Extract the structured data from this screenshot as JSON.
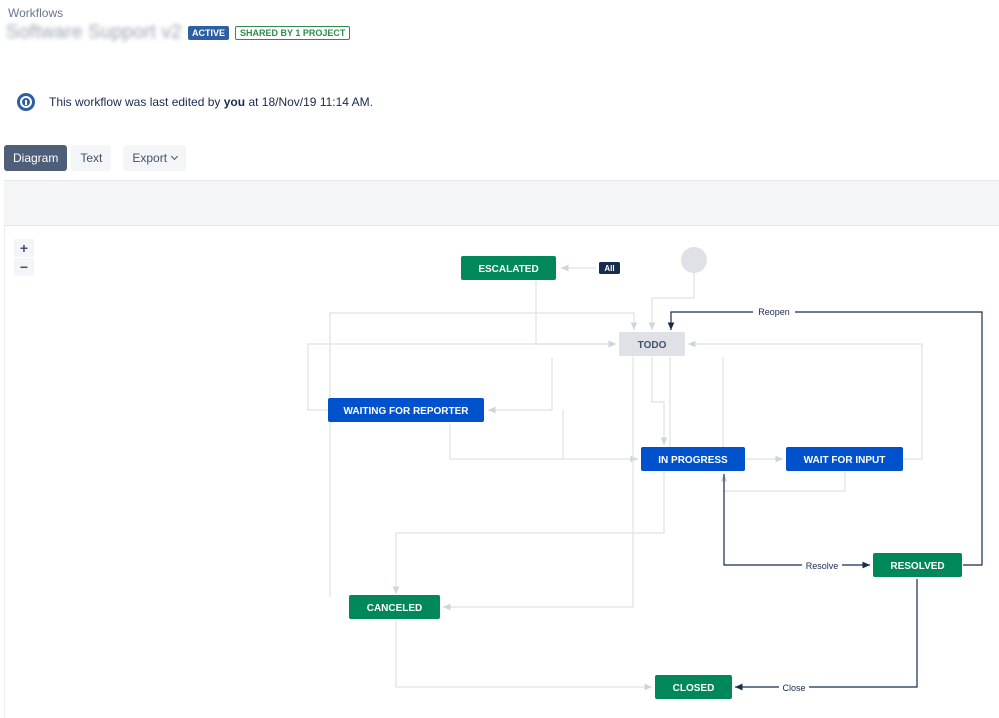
{
  "header": {
    "breadcrumb": "Workflows",
    "title": "Software Support v2",
    "status_lozenge": "ACTIVE",
    "shared_lozenge": "SHARED BY 1 PROJECT"
  },
  "info": {
    "icon": "info-icon",
    "text_before": "This workflow was last edited by",
    "user": "you",
    "text_after": "at 18/Nov/19 11:14 AM."
  },
  "tabs": {
    "diagram": "Diagram",
    "text": "Text",
    "export": "Export",
    "export_icon": "chevron-down-icon"
  },
  "zoom": {
    "in": "+",
    "out": "−"
  },
  "statuses": {
    "escalated": "ESCALATED",
    "todo": "TODO",
    "waiting_for_reporter": "WAITING FOR REPORTER",
    "in_progress": "IN PROGRESS",
    "wait_for_input": "WAIT FOR INPUT",
    "resolved": "RESOLVED",
    "canceled": "CANCELED",
    "closed": "CLOSED"
  },
  "transitions": {
    "all": "All",
    "reopen": "Reopen",
    "resolve": "Resolve",
    "close": "Close"
  },
  "colors": {
    "done_green": "#00875a",
    "in_progress_blue": "#0052cc",
    "todo_grey": "#dfe1e6",
    "edge_grey": "#dfe1e6",
    "edge_dark": "#172b4d",
    "active_lozenge": "#2f5fa3"
  }
}
